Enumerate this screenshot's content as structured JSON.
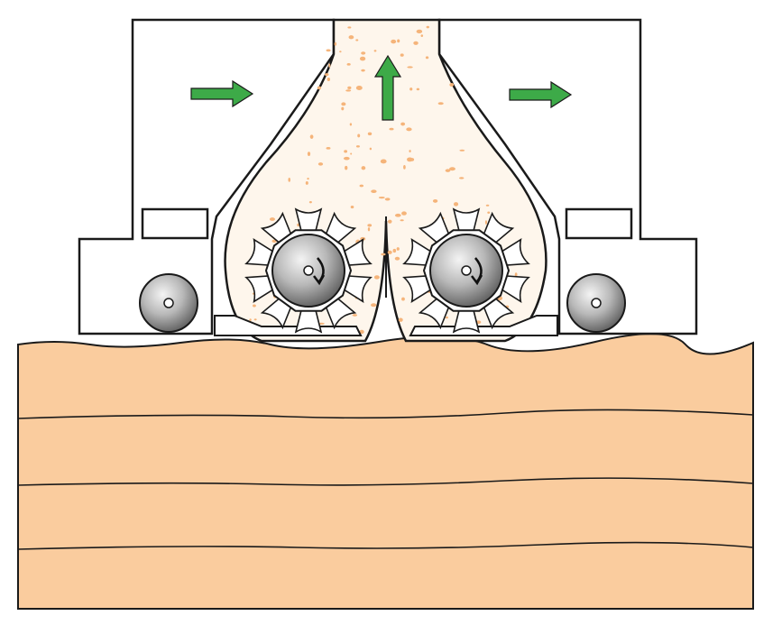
{
  "diagram": {
    "colors": {
      "wood": "#FACC9E",
      "chips": "#F5B47A",
      "duct": "#FEF6EC",
      "arrow": "#3DAA48",
      "housing": "#FFFFFF",
      "outline": "#1A1A1A"
    },
    "flow_arrows": [
      "right",
      "up",
      "right"
    ],
    "cutter_heads": [
      {
        "rotation": "clockwise"
      },
      {
        "rotation": "clockwise"
      }
    ],
    "rollers": 2,
    "grain_lines": 3
  }
}
